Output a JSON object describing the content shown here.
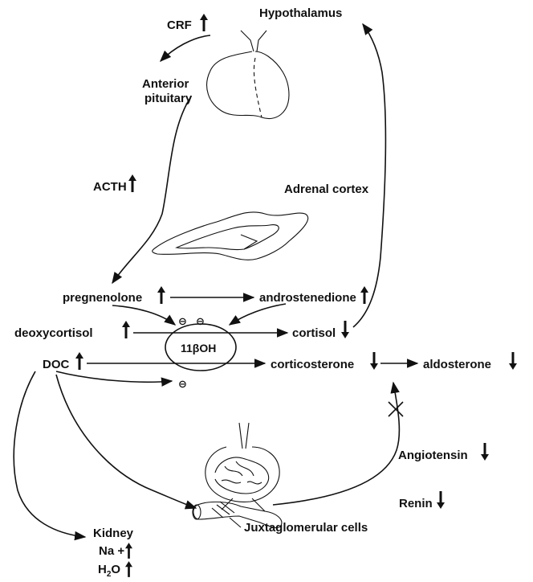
{
  "labels": {
    "crf": "CRF",
    "hypothalamus": "Hypothalamus",
    "anterior_pituitary_line1": "Anterior",
    "anterior_pituitary_line2": "pituitary",
    "acth": "ACTH",
    "adrenal_cortex": "Adrenal cortex",
    "pregnenolone": "pregnenolone",
    "androstenedione": "androstenedione",
    "deoxycortisol": "deoxycortisol",
    "cortisol": "cortisol",
    "doc": "DOC",
    "enzyme": "11βOH",
    "corticosterone": "corticosterone",
    "aldosterone": "aldosterone",
    "angiotensin": "Angiotensin",
    "renin": "Renin",
    "kidney": "Kidney",
    "na": "Na +",
    "h2o_h": "H",
    "h2o_sub": "2",
    "h2o_o": "O",
    "juxtaglomerular": "Juxtaglomerular cells",
    "inhibit": "⊖"
  }
}
